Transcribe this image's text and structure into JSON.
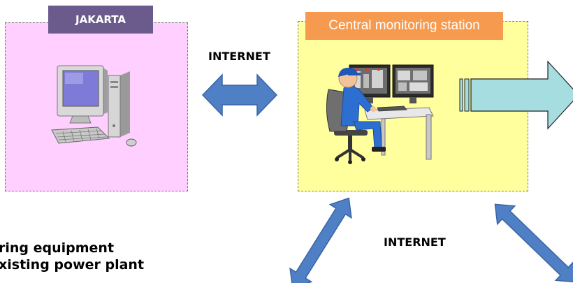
{
  "labels": {
    "jakarta": "JAKARTA",
    "central_station": "Central monitoring station",
    "internet_top": "INTERNET",
    "internet_bottom": "INTERNET"
  },
  "bottom_text": {
    "line1": "ring equipment",
    "line2": "xisting power plant"
  },
  "colors": {
    "jakarta_panel": "#ffcfff",
    "jakarta_label": "#6b5b8d",
    "central_panel": "#ffff9d",
    "central_label": "#f59a4f",
    "arrow_blue": "#4f7fc4",
    "arrow_cyan": "#a6dde0"
  },
  "icons": [
    "desktop-computer-icon",
    "operator-at-monitors-icon"
  ]
}
